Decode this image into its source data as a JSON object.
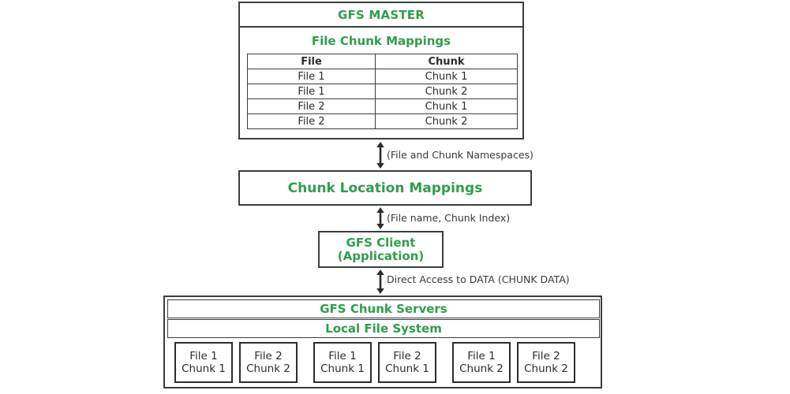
{
  "colors": {
    "accent_green": "#2f9e4b",
    "ink": "#2c2c2c",
    "border": "#3a3f3e",
    "background": "#ffffff"
  },
  "master": {
    "title": "GFS MASTER",
    "mappings_title": "File Chunk Mappings",
    "table": {
      "headers": [
        "File",
        "Chunk"
      ],
      "rows": [
        [
          "File 1",
          "Chunk 1"
        ],
        [
          "File 1",
          "Chunk 2"
        ],
        [
          "File 2",
          "Chunk 1"
        ],
        [
          "File 2",
          "Chunk 2"
        ]
      ]
    }
  },
  "chunk_location_mappings": {
    "title": "Chunk Location Mappings"
  },
  "client": {
    "line1": "GFS Client",
    "line2": "(Application)"
  },
  "arrows": {
    "master_to_clm_label": "(File and Chunk Namespaces)",
    "clm_to_client_label": "(File name, Chunk Index)",
    "client_to_servers_label": "Direct Access to DATA (CHUNK DATA)"
  },
  "servers": {
    "title": "GFS Chunk Servers",
    "local_fs": "Local File System",
    "chunks": [
      {
        "file": "File 1",
        "chunk": "Chunk 1"
      },
      {
        "file": "File 2",
        "chunk": "Chunk 2"
      },
      {
        "file": "File 1",
        "chunk": "Chunk 1"
      },
      {
        "file": "File 2",
        "chunk": "Chunk 1"
      },
      {
        "file": "File 1",
        "chunk": "Chunk 2"
      },
      {
        "file": "File 2",
        "chunk": "Chunk 2"
      }
    ]
  }
}
